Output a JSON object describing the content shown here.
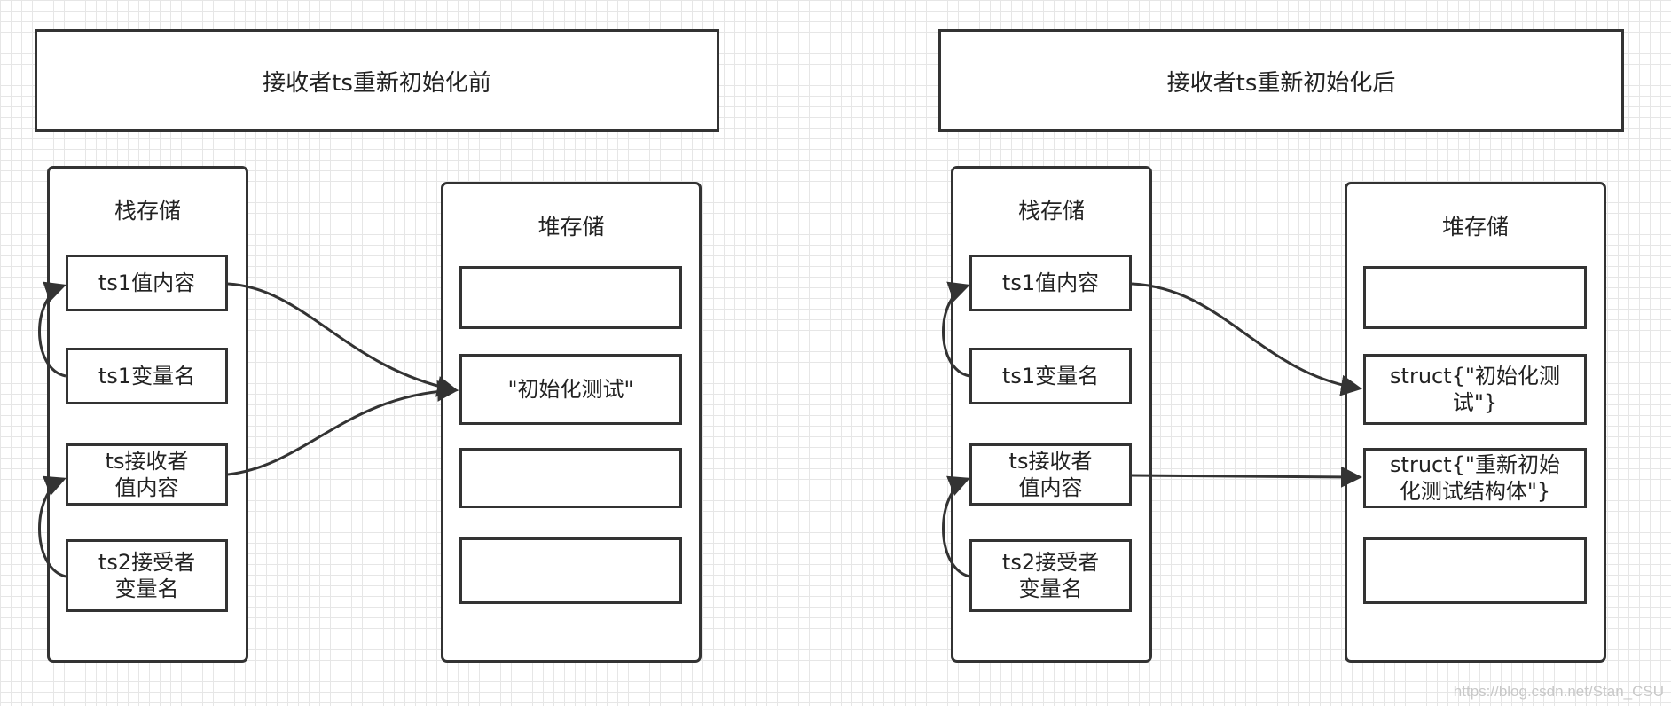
{
  "left": {
    "title": "接收者ts重新初始化前",
    "stack_label": "栈存储",
    "heap_label": "堆存储",
    "stack_items": [
      "ts1值内容",
      "ts1变量名",
      "ts接收者\n值内容",
      "ts2接受者\n变量名"
    ],
    "heap_items": [
      "",
      "\"初始化测试\"",
      "",
      ""
    ]
  },
  "right": {
    "title": "接收者ts重新初始化后",
    "stack_label": "栈存储",
    "heap_label": "堆存储",
    "stack_items": [
      "ts1值内容",
      "ts1变量名",
      "ts接收者\n值内容",
      "ts2接受者\n变量名"
    ],
    "heap_items": [
      "",
      "struct{\"初始化测\n试\"}",
      "struct{\"重新初始\n化测试结构体\"}",
      ""
    ]
  },
  "watermark": "https://blog.csdn.net/Stan_CSU"
}
